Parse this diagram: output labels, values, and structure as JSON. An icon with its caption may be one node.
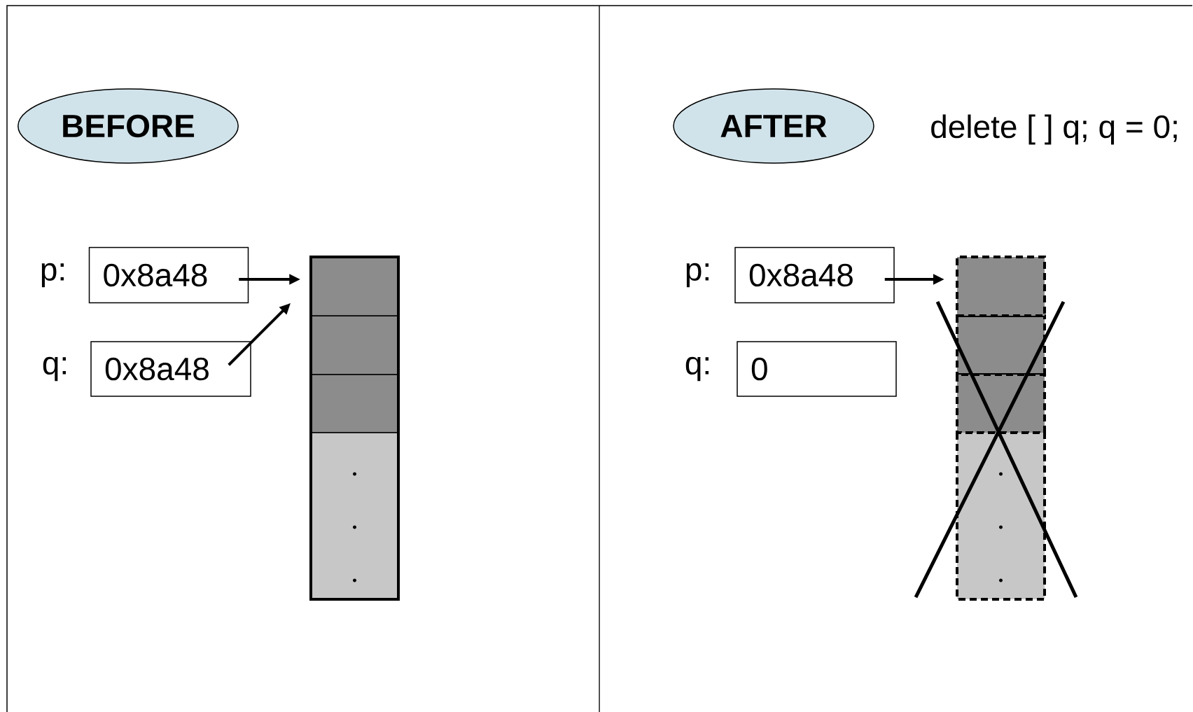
{
  "diagram": {
    "nodes": [
      {
        "text": [
          "BEFORE"
        ]
      },
      {
        "text": [
          "0x8a48"
        ],
        "beside": [
          "p:"
        ]
      },
      {
        "text": [
          "0x8a48"
        ],
        "beside": [
          "q:"
        ]
      },
      {
        "text": [],
        "shape": "box"
      },
      {
        "text": [
          "AFTER"
        ]
      },
      {
        "text": [
          "0x8a48"
        ],
        "beside": [
          "p:"
        ]
      },
      {
        "text": [
          "0"
        ],
        "beside": [
          "q:"
        ]
      },
      {
        "text": [],
        "shape": "box"
      }
    ],
    "edges": [
      {
        "from": 1,
        "to": 3,
        "arrow": "to"
      },
      {
        "from": 2,
        "to": 3,
        "arrow": "to"
      },
      {
        "from": 5,
        "to": 7,
        "arrow": "to"
      }
    ],
    "labels": [
      "delete [ ] q; q = 0;"
    ]
  }
}
